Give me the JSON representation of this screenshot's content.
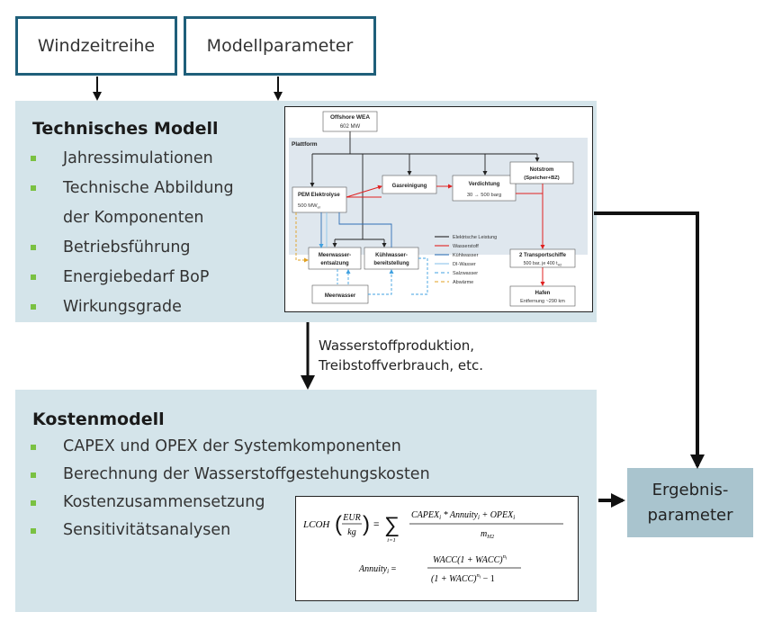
{
  "inputs": {
    "wind": "Windzeitreihe",
    "params": "Modellparameter"
  },
  "technical": {
    "title": "Technisches Modell",
    "bullets": [
      "Jahressimulationen",
      "Technische Abbildung",
      "der Komponenten",
      "Betriebsführung",
      "Energiebedarf BoP",
      "Wirkungsgrade"
    ]
  },
  "between_label": {
    "line1": "Wasserstoffproduktion,",
    "line2": "Treibstoffverbrauch, etc."
  },
  "cost": {
    "title": "Kostenmodell",
    "bullets": [
      "CAPEX und OPEX der Systemkomponenten",
      "Berechnung der Wasserstoffgestehungskosten",
      "Kostenzusammensetzung",
      "Sensitivitätsanalysen"
    ]
  },
  "result": {
    "line1": "Ergebnis-",
    "line2": "parameter"
  },
  "mini_diagram": {
    "offshore": "Offshore WEA",
    "offshore_power": "602 MW",
    "plattform": "Plattform",
    "pem": "PEM Elektrolyse",
    "pem_power": "500 MW",
    "pem_sub": "el",
    "gas": "Gasreinigung",
    "verdichtung": "Verdichtung",
    "verdichtung_sub": "30 → 500 barg",
    "notstrom1": "Notstrom",
    "notstrom2": "(Speicher+BZ)",
    "meerwasser_ents1": "Meerwasser-",
    "meerwasser_ents2": "entsalzung",
    "kuehl1": "Kühlwasser-",
    "kuehl2": "bereitstellung",
    "meerwasser": "Meerwasser",
    "transport1": "2 Transportschiffe",
    "transport2": "500 bar, je 400 t",
    "transport_sub": "H2",
    "hafen": "Hafen",
    "hafen_sub": "Entfernung ~290 km",
    "legend": [
      {
        "label": "Elektrische Leistung",
        "color": "#222222",
        "dash": ""
      },
      {
        "label": "Wasserstoff",
        "color": "#e02020",
        "dash": ""
      },
      {
        "label": "Kühlwasser",
        "color": "#2f6fb5",
        "dash": ""
      },
      {
        "label": "DI-Wasser",
        "color": "#8cc4ea",
        "dash": ""
      },
      {
        "label": "Salzwasser",
        "color": "#3fa0e0",
        "dash": "4 3"
      },
      {
        "label": "Abwärme",
        "color": "#e0a020",
        "dash": "4 3"
      }
    ]
  },
  "formula": {
    "lcoh": "LCOH",
    "eur": "EUR",
    "kg": "kg",
    "num": "CAPEX",
    "annuity_word": "Annuity",
    "opex": "OPEX",
    "den": "m",
    "den_sub": "H2",
    "sum_top": "",
    "sum_bottom": "i=1",
    "annuity_num": "WACC(1 + WACC)",
    "annuity_den": "(1 + WACC)",
    "annuity_tail": " − 1",
    "exp": "n"
  },
  "colors": {
    "section_bg": "#d4e4ea",
    "result_bg": "#a9c4ce",
    "input_border": "#1f5f7a",
    "bullet": "#7ac142"
  }
}
